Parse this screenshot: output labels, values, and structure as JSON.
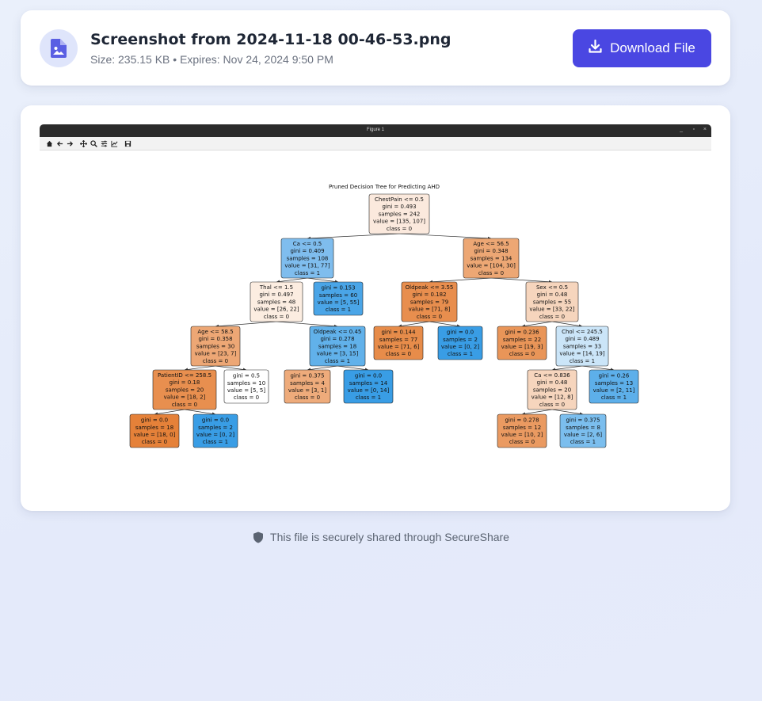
{
  "file": {
    "name": "Screenshot from 2024-11-18 00-46-53.png",
    "meta": "Size: 235.15 KB • Expires: Nov 24, 2024 9:50 PM",
    "icon": "image-file-icon"
  },
  "download_label": "Download File",
  "footer_text": "This file is securely shared through SecureShare",
  "figure": {
    "window_title": "Figure 1",
    "controls": [
      "_",
      "▫",
      "×"
    ],
    "toolbar_icons": [
      "home-icon",
      "back-arrow-icon",
      "forward-arrow-icon",
      "pan-icon",
      "zoom-icon",
      "configure-subplots-icon",
      "edit-axis-icon",
      "save-icon"
    ],
    "plot_title": "Pruned Decision Tree for Predicting AHD",
    "nodes": [
      {
        "id": "n0",
        "lines": [
          "ChestPain <= 0.5",
          "gini = 0.493",
          "samples = 242",
          "value = [135, 107]",
          "class = 0"
        ],
        "color": "#fbe9dd"
      },
      {
        "id": "n1",
        "lines": [
          "Ca <= 0.5",
          "gini = 0.409",
          "samples = 108",
          "value = [31, 77]",
          "class = 1"
        ],
        "color": "#7fbdee"
      },
      {
        "id": "n2",
        "lines": [
          "Age <= 56.5",
          "gini = 0.348",
          "samples = 134",
          "value = [104, 30]",
          "class = 0"
        ],
        "color": "#eda774"
      },
      {
        "id": "n3",
        "lines": [
          "Thal <= 1.5",
          "gini = 0.497",
          "samples = 48",
          "value = [26, 22]",
          "class = 0"
        ],
        "color": "#fcede1"
      },
      {
        "id": "n4",
        "lines": [
          "gini = 0.153",
          "samples = 60",
          "value = [5, 55]",
          "class = 1"
        ],
        "color": "#4aa5e7"
      },
      {
        "id": "n5",
        "lines": [
          "Oldpeak <= 3.55",
          "gini = 0.182",
          "samples = 79",
          "value = [71, 8]",
          "class = 0"
        ],
        "color": "#e88e4e"
      },
      {
        "id": "n6",
        "lines": [
          "Sex <= 0.5",
          "gini = 0.48",
          "samples = 55",
          "value = [33, 22]",
          "class = 0"
        ],
        "color": "#f6d5bd"
      },
      {
        "id": "n7",
        "lines": [
          "Age <= 58.5",
          "gini = 0.358",
          "samples = 30",
          "value = [23, 7]",
          "class = 0"
        ],
        "color": "#eda775"
      },
      {
        "id": "n8",
        "lines": [
          "Oldpeak <= 0.45",
          "gini = 0.278",
          "samples = 18",
          "value = [3, 15]",
          "class = 1"
        ],
        "color": "#61b1ea"
      },
      {
        "id": "n9",
        "lines": [
          "gini = 0.144",
          "samples = 77",
          "value = [71, 6]",
          "class = 0"
        ],
        "color": "#e78c4a"
      },
      {
        "id": "n10",
        "lines": [
          "gini = 0.0",
          "samples = 2",
          "value = [0, 2]",
          "class = 1"
        ],
        "color": "#399de5"
      },
      {
        "id": "n11",
        "lines": [
          "gini = 0.236",
          "samples = 22",
          "value = [19, 3]",
          "class = 0"
        ],
        "color": "#e99558"
      },
      {
        "id": "n12",
        "lines": [
          "Chol <= 245.5",
          "gini = 0.489",
          "samples = 33",
          "value = [14, 19]",
          "class = 1"
        ],
        "color": "#cbe5f8"
      },
      {
        "id": "n13",
        "lines": [
          "PatientID  <= 258.5",
          "gini = 0.18",
          "samples = 20",
          "value = [18, 2]",
          "class = 0"
        ],
        "color": "#e88f4f"
      },
      {
        "id": "n14",
        "lines": [
          "gini = 0.5",
          "samples = 10",
          "value = [5, 5]",
          "class = 0"
        ],
        "color": "#ffffff"
      },
      {
        "id": "n15",
        "lines": [
          "gini = 0.375",
          "samples = 4",
          "value = [3, 1]",
          "class = 0"
        ],
        "color": "#eeab7b"
      },
      {
        "id": "n16",
        "lines": [
          "gini = 0.0",
          "samples = 14",
          "value = [0, 14]",
          "class = 1"
        ],
        "color": "#399de5"
      },
      {
        "id": "n17",
        "lines": [
          "Ca <= 0.836",
          "gini = 0.48",
          "samples = 20",
          "value = [12, 8]",
          "class = 0"
        ],
        "color": "#f6d5bd"
      },
      {
        "id": "n18",
        "lines": [
          "gini = 0.26",
          "samples = 13",
          "value = [2, 11]",
          "class = 1"
        ],
        "color": "#5dafea"
      },
      {
        "id": "n19",
        "lines": [
          "gini = 0.0",
          "samples = 18",
          "value = [18, 0]",
          "class = 0"
        ],
        "color": "#e58139"
      },
      {
        "id": "n20",
        "lines": [
          "gini = 0.0",
          "samples = 2",
          "value = [0, 2]",
          "class = 1"
        ],
        "color": "#399de5"
      },
      {
        "id": "n21",
        "lines": [
          "gini = 0.278",
          "samples = 12",
          "value = [10, 2]",
          "class = 0"
        ],
        "color": "#ea9a61"
      },
      {
        "id": "n22",
        "lines": [
          "gini = 0.375",
          "samples = 8",
          "value = [2, 6]",
          "class = 1"
        ],
        "color": "#7bbeee"
      }
    ],
    "edges": [
      [
        "n0",
        "n1"
      ],
      [
        "n0",
        "n2"
      ],
      [
        "n1",
        "n3"
      ],
      [
        "n1",
        "n4"
      ],
      [
        "n2",
        "n5"
      ],
      [
        "n2",
        "n6"
      ],
      [
        "n3",
        "n7"
      ],
      [
        "n3",
        "n8"
      ],
      [
        "n5",
        "n9"
      ],
      [
        "n5",
        "n10"
      ],
      [
        "n6",
        "n11"
      ],
      [
        "n6",
        "n12"
      ],
      [
        "n7",
        "n13"
      ],
      [
        "n7",
        "n14"
      ],
      [
        "n8",
        "n15"
      ],
      [
        "n8",
        "n16"
      ],
      [
        "n12",
        "n17"
      ],
      [
        "n12",
        "n18"
      ],
      [
        "n13",
        "n19"
      ],
      [
        "n13",
        "n20"
      ],
      [
        "n17",
        "n21"
      ],
      [
        "n17",
        "n22"
      ]
    ]
  }
}
